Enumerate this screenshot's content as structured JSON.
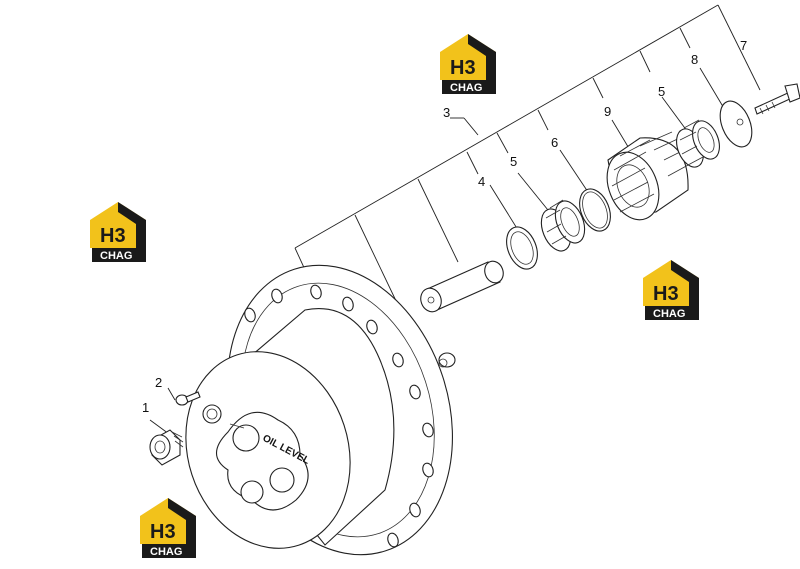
{
  "colors": {
    "logo_yellow": "#f2c21b",
    "logo_black": "#1a1a1a",
    "line": "#222222"
  },
  "logo": {
    "mark": "H3",
    "caption": "CHAG"
  },
  "housing_text": "OIL LEVEL",
  "callouts": [
    {
      "id": "1",
      "label": "1"
    },
    {
      "id": "2",
      "label": "2"
    },
    {
      "id": "3",
      "label": "3"
    },
    {
      "id": "4",
      "label": "4"
    },
    {
      "id": "5a",
      "label": "5"
    },
    {
      "id": "6",
      "label": "6"
    },
    {
      "id": "9",
      "label": "9"
    },
    {
      "id": "5b",
      "label": "5"
    },
    {
      "id": "8",
      "label": "8"
    },
    {
      "id": "7",
      "label": "7"
    }
  ]
}
